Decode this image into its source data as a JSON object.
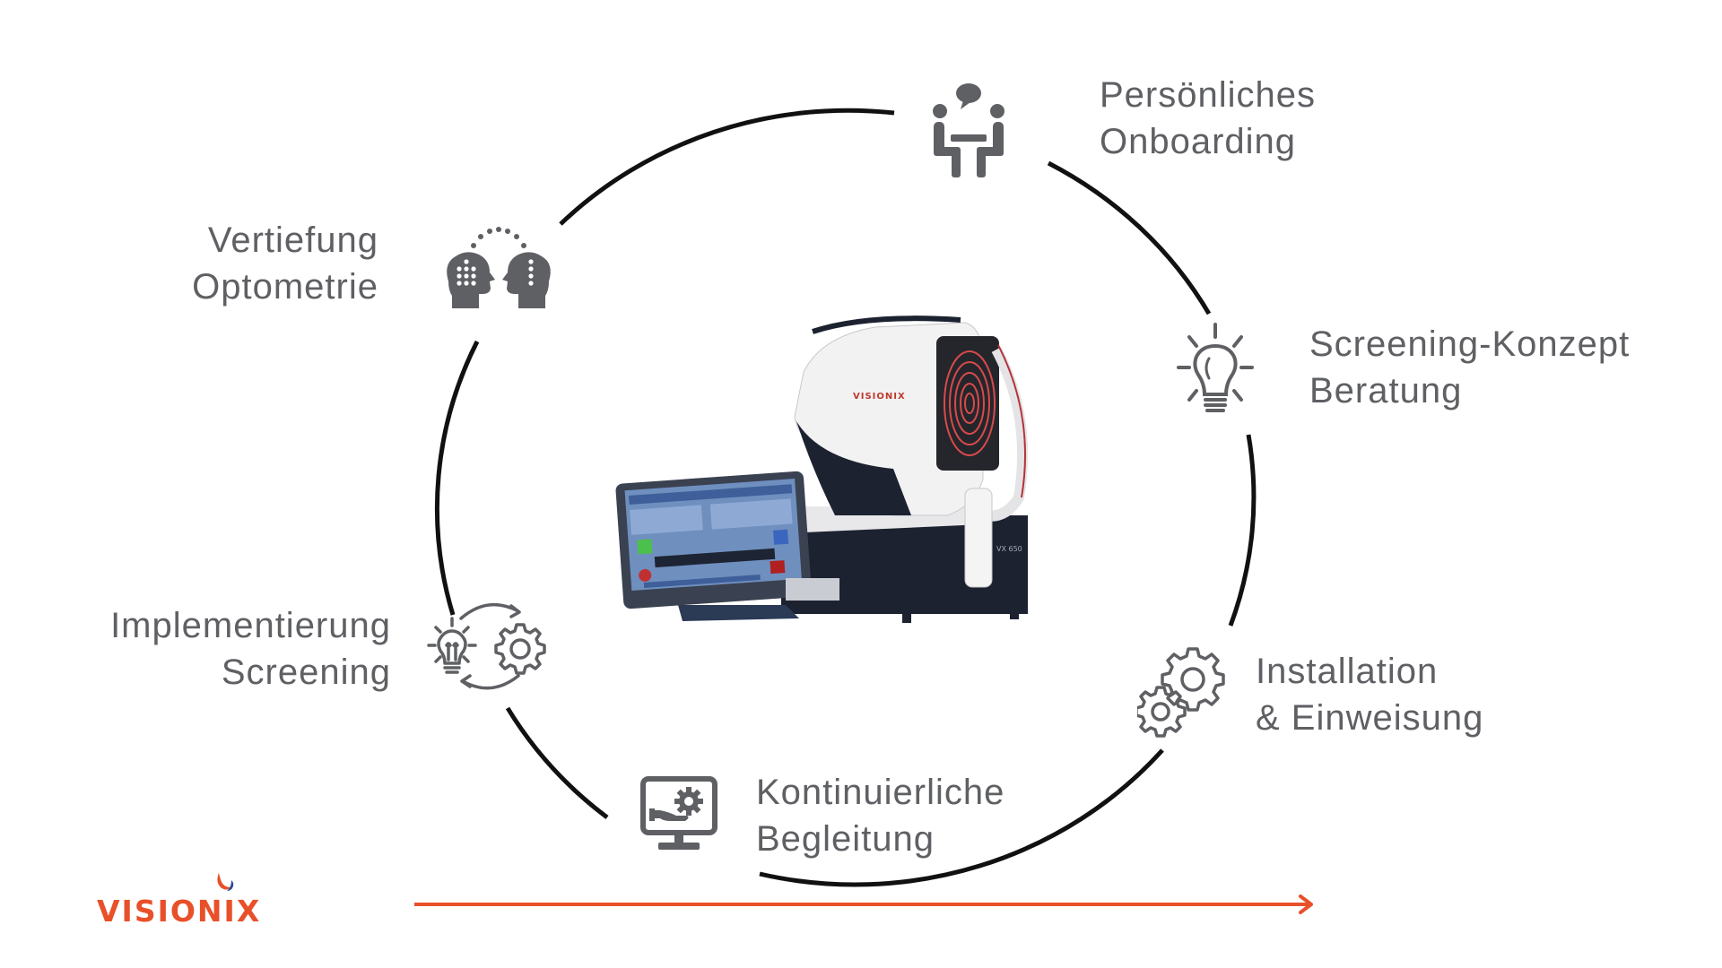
{
  "diagram": {
    "type": "cycle",
    "title": "",
    "accent_color": "#e8502a",
    "text_color": "#5f6064",
    "cycle_stroke_color": "#111111",
    "steps": [
      {
        "id": "onboarding",
        "icon": "meeting-table-icon",
        "line1": "Persönliches",
        "line2": "Onboarding"
      },
      {
        "id": "screening-concept",
        "icon": "lightbulb-icon",
        "line1": "Screening-Konzept",
        "line2": "Beratung"
      },
      {
        "id": "installation",
        "icon": "gears-icon",
        "line1": "Installation",
        "line2": "& Einweisung"
      },
      {
        "id": "support",
        "icon": "monitor-support-icon",
        "line1": "Kontinuierliche",
        "line2": "Begleitung"
      },
      {
        "id": "implementation",
        "icon": "idea-gear-cycle-icon",
        "line1": "Implementierung",
        "line2": "Screening"
      },
      {
        "id": "optometry",
        "icon": "two-heads-icon",
        "line1": "Vertiefung",
        "line2": "Optometrie"
      }
    ],
    "center_product": {
      "brand_label": "VISIONIX",
      "model_label": "VX 650"
    }
  },
  "footer": {
    "logo_text": "VISIONIX",
    "logo_colors": {
      "text": "#e8502a",
      "swoosh_orange": "#e8502a",
      "swoosh_blue": "#2a4d9b"
    },
    "arrow_color": "#e8502a"
  }
}
